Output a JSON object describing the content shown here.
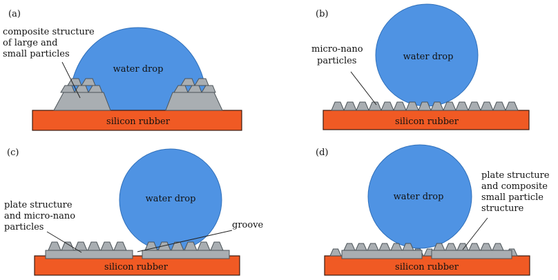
{
  "colors": {
    "drop": "#4f93e3",
    "drop_stroke": "#2f6fb9",
    "rubber": "#f05a24",
    "rubber_stroke": "#3a1a10",
    "particle": "#a9aeb2",
    "particle_stroke": "#4b5358",
    "label_line": "#222222"
  },
  "panels": {
    "a": {
      "tag": "(a)",
      "drop_label": "water drop",
      "substrate_label": "silicon rubber",
      "annotation": [
        "composite structure",
        "of large and",
        "small particles"
      ]
    },
    "b": {
      "tag": "(b)",
      "drop_label": "water drop",
      "substrate_label": "silicon rubber",
      "annotation": [
        "micro-nano",
        "particles"
      ]
    },
    "c": {
      "tag": "(c)",
      "drop_label": "water drop",
      "substrate_label": "silicon rubber",
      "annotation": [
        "plate structure",
        "and micro-nano",
        "particles"
      ],
      "groove_label": "groove"
    },
    "d": {
      "tag": "(d)",
      "drop_label": "water drop",
      "substrate_label": "silicon rubber",
      "annotation": [
        "plate structure",
        "and composite",
        "small particle",
        "structure"
      ]
    }
  }
}
